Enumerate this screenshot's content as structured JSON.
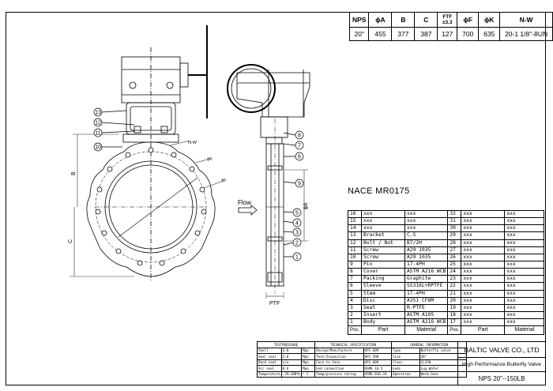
{
  "spec_table": {
    "headers": [
      "NPS",
      "ϕA",
      "B",
      "C",
      "FTF ±3.3",
      "ϕF",
      "ϕK",
      "N-W"
    ],
    "values": [
      "20\"",
      "455",
      "377",
      "387",
      "127",
      "700",
      "635",
      "20-1 1/8\"-8UN"
    ]
  },
  "nace_label": "NACE MR0175",
  "drawing_labels": {
    "flow": "Flow",
    "ptf": "PTF",
    "dim_a": "ϕA",
    "dim_b": "B",
    "dim_c": "C",
    "dim_f": "ϕF",
    "dim_k": "ϕK",
    "dim_nw": "N-W",
    "balloons_left": [
      "13",
      "12",
      "11",
      "10"
    ],
    "balloons_right": [
      "8",
      "7",
      "6",
      "9",
      "5",
      "4",
      "3",
      "2",
      "1"
    ]
  },
  "parts": {
    "header": [
      "Pos.",
      "Part",
      "Material",
      "Pos.",
      "Part",
      "Material"
    ],
    "rows": [
      [
        "16",
        "xxx",
        "xxx",
        "32",
        "xxx",
        "xxx"
      ],
      [
        "15",
        "xxx",
        "xxx",
        "31",
        "xxx",
        "xxx"
      ],
      [
        "14",
        "xxx",
        "xxx",
        "30",
        "xxx",
        "xxx"
      ],
      [
        "13",
        "Bracket",
        "C.S",
        "29",
        "xxx",
        "xxx"
      ],
      [
        "12",
        "Bolt / Nut",
        "B7/2H",
        "28",
        "xxx",
        "xxx"
      ],
      [
        "11",
        "Screw",
        "A29 1035",
        "27",
        "xxx",
        "xxx"
      ],
      [
        "10",
        "Screw",
        "A29 1035",
        "26",
        "xxx",
        "xxx"
      ],
      [
        "9",
        "Pin",
        "17-4PH",
        "25",
        "xxx",
        "xxx"
      ],
      [
        "8",
        "Cover",
        "ASTM A216 WCB",
        "24",
        "xxx",
        "xxx"
      ],
      [
        "7",
        "Packing",
        "Graphite",
        "23",
        "xxx",
        "xxx"
      ],
      [
        "6",
        "Sleeve",
        "SS316L+RPTFE",
        "22",
        "xxx",
        "xxx"
      ],
      [
        "5",
        "Stem",
        "17-4PH",
        "21",
        "xxx",
        "xxx"
      ],
      [
        "4",
        "Disc",
        "A351 CF8M",
        "20",
        "xxx",
        "xxx"
      ],
      [
        "3",
        "Seat",
        "R-PTFE",
        "19",
        "xxx",
        "xxx"
      ],
      [
        "2",
        "Insert",
        "ASTM A105",
        "18",
        "xxx",
        "xxx"
      ],
      [
        "1",
        "Body",
        "ASTM A216 WCB",
        "17",
        "xxx",
        "xxx"
      ]
    ]
  },
  "tech": {
    "headers": [
      "TESTPRESSURE",
      "TECHNICAL SPECIFICATION",
      "GENERAL INFORMATION"
    ],
    "rows": [
      [
        "Shell",
        "3.0",
        "Mpa",
        "Design/Manufacture",
        "API 609",
        "Type",
        "Butterfly valve"
      ],
      [
        "Seal seal",
        "2.0",
        "Mpa",
        "Test/Inspection",
        "API 598",
        "Size",
        "20\""
      ],
      [
        "Back seat",
        "n/a",
        "Mpa",
        "Face to face",
        "API 609",
        "Class",
        "CL150"
      ],
      [
        "Air seal",
        "0.6",
        "Mpa",
        "End connection",
        "ASME 16.5",
        "Ends",
        "Lug Wafer"
      ],
      [
        "Temperature",
        "-29~180℃",
        "° C",
        "Temp/pressure rating",
        "ASME B16.34",
        "Operation",
        "Worm Gear"
      ]
    ]
  },
  "title_block": {
    "company": "BALTIC VALVE CO., LTD",
    "title": "High Performance Butterfly Valve",
    "name": "NPS 20\"--150LB"
  }
}
